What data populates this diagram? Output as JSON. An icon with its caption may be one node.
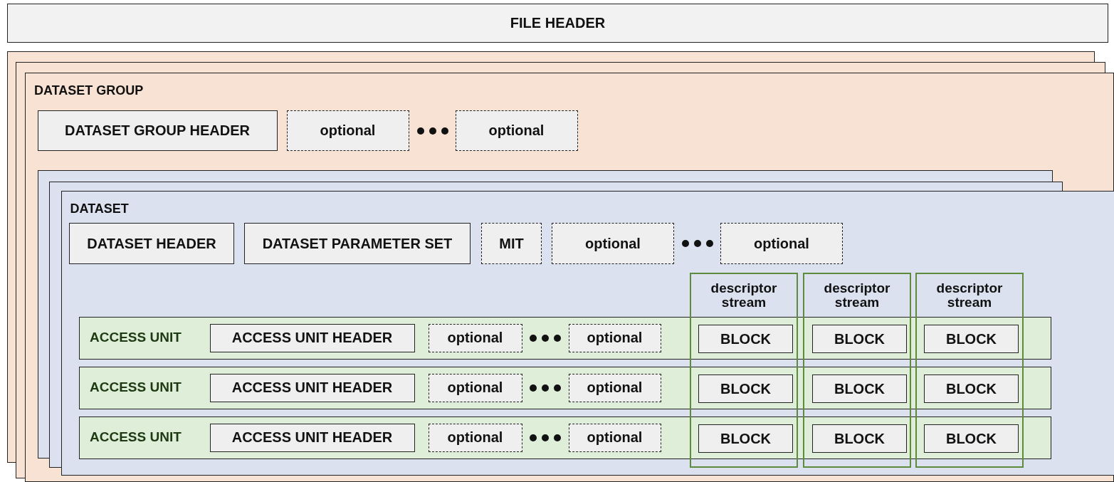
{
  "diagram": {
    "nodes": [
      {
        "text": [
          "FILE HEADER"
        ]
      },
      {
        "text": [
          "DATASET GROUP"
        ]
      },
      {
        "text": [
          "DATASET GROUP HEADER"
        ],
        "in": 1
      },
      {
        "text": [
          "optional"
        ],
        "in": 1
      },
      {
        "text": [
          "optional"
        ],
        "in": 1
      },
      {
        "text": [
          "DATASET"
        ],
        "in": 1
      },
      {
        "text": [
          "DATASET HEADER"
        ],
        "in": 5
      },
      {
        "text": [
          "DATASET PARAMETER SET"
        ],
        "in": 5
      },
      {
        "text": [
          "MIT"
        ],
        "in": 5
      },
      {
        "text": [
          "optional"
        ],
        "in": 5
      },
      {
        "text": [
          "optional"
        ],
        "in": 5
      },
      {
        "text": [
          "descriptor stream"
        ],
        "in": 5
      },
      {
        "text": [
          "descriptor stream"
        ],
        "in": 5
      },
      {
        "text": [
          "descriptor stream"
        ],
        "in": 5
      },
      {
        "text": [
          "ACCESS UNIT"
        ],
        "in": 5
      },
      {
        "text": [
          "ACCESS UNIT HEADER"
        ],
        "in": 14
      },
      {
        "text": [
          "optional"
        ],
        "in": 14
      },
      {
        "text": [
          "optional"
        ],
        "in": 14
      },
      {
        "text": [
          "BLOCK"
        ]
      },
      {
        "text": [
          "BLOCK"
        ]
      },
      {
        "text": [
          "BLOCK"
        ]
      },
      {
        "text": [
          "ACCESS UNIT"
        ],
        "in": 5
      },
      {
        "text": [
          "ACCESS UNIT HEADER"
        ],
        "in": 21
      },
      {
        "text": [
          "optional"
        ],
        "in": 21
      },
      {
        "text": [
          "optional"
        ],
        "in": 21
      },
      {
        "text": [
          "BLOCK"
        ]
      },
      {
        "text": [
          "BLOCK"
        ]
      },
      {
        "text": [
          "BLOCK"
        ]
      },
      {
        "text": [
          "ACCESS UNIT"
        ],
        "in": 5
      },
      {
        "text": [
          "ACCESS UNIT HEADER"
        ],
        "in": 28
      },
      {
        "text": [
          "optional"
        ],
        "in": 28
      },
      {
        "text": [
          "optional"
        ],
        "in": 28
      },
      {
        "text": [
          "BLOCK"
        ]
      },
      {
        "text": [
          "BLOCK"
        ]
      },
      {
        "text": [
          "BLOCK"
        ]
      }
    ],
    "edges": []
  }
}
